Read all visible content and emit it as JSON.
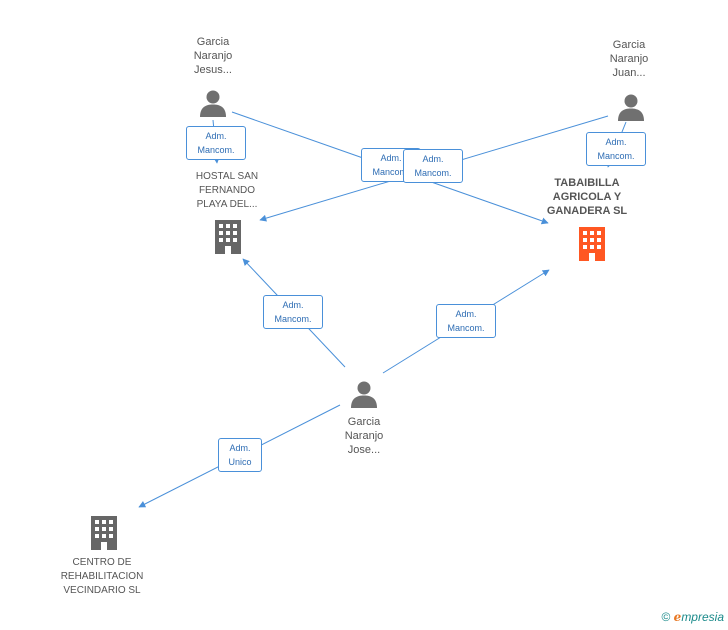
{
  "persons": [
    {
      "id": "p1",
      "lines": [
        "Garcia",
        "Naranjo",
        "Jesus..."
      ]
    },
    {
      "id": "p2",
      "lines": [
        "Garcia",
        "Naranjo",
        "Juan..."
      ]
    },
    {
      "id": "p3",
      "lines": [
        "Garcia",
        "Naranjo",
        "Jose..."
      ]
    }
  ],
  "companies": [
    {
      "id": "c1",
      "lines": [
        "HOSTAL SAN",
        "FERNANDO",
        "PLAYA DEL..."
      ],
      "color": "#666666"
    },
    {
      "id": "c2",
      "lines": [
        "TABAIBILLA",
        "AGRICOLA Y",
        "GANADERA SL"
      ],
      "color": "#ff5722"
    },
    {
      "id": "c3",
      "lines": [
        "CENTRO DE",
        "REHABILITACION",
        "VECINDARIO SL"
      ],
      "color": "#666666"
    }
  ],
  "edges": [
    {
      "from": "p1",
      "to": "c1",
      "label": [
        "Adm.",
        "Mancom."
      ]
    },
    {
      "from": "p1",
      "to": "c2",
      "label": [
        "Adm.",
        "Mancom."
      ]
    },
    {
      "from": "p2",
      "to": "c1",
      "label": [
        "Adm.",
        "Mancom."
      ]
    },
    {
      "from": "p2",
      "to": "c2",
      "label": [
        "Adm.",
        "Mancom."
      ]
    },
    {
      "from": "p3",
      "to": "c1",
      "label": [
        "Adm.",
        "Mancom."
      ]
    },
    {
      "from": "p3",
      "to": "c2",
      "label": [
        "Adm.",
        "Mancom."
      ]
    },
    {
      "from": "p3",
      "to": "c3",
      "label": [
        "Adm.",
        "Unico"
      ]
    }
  ],
  "footer": {
    "copyright": "©",
    "brand_initial": "e",
    "brand_rest": "mpresia"
  },
  "colors": {
    "edge": "#4a90d9",
    "person_icon": "#707070",
    "building_default": "#666666",
    "building_highlight": "#ff5722"
  }
}
